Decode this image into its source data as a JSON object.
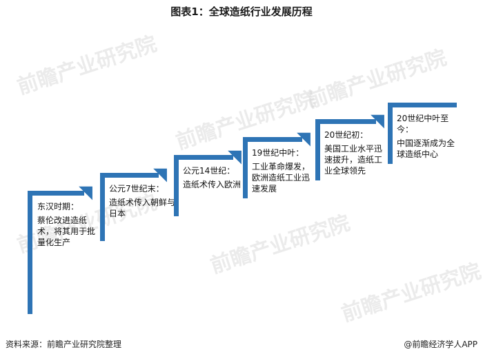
{
  "title": "图表1：全球造纸行业发展历程",
  "watermark": "前瞻产业研究院",
  "steps": [
    {
      "heading": "东汉时期：",
      "body": "蔡伦改进造纸术，将其用于批量化生产"
    },
    {
      "heading": "公元7世纪末：",
      "body": "造纸术传入朝鲜与日本"
    },
    {
      "heading": "公元14世纪：",
      "body": "造纸术传入欧洲"
    },
    {
      "heading": "19世纪中叶：",
      "body": "工业革命爆发，欧洲造纸工业迅速发展"
    },
    {
      "heading": "20世纪初：",
      "body": "美国工业水平迅速拔升，造纸工业全球领先"
    },
    {
      "heading": "20世纪中叶至今：",
      "body": "中国逐渐成为全球造纸中心"
    }
  ],
  "footer": {
    "source": "资料来源：前瞻产业研究院整理",
    "brand": "@前瞻经济学人APP"
  },
  "colors": {
    "accent": "#2e74b5"
  }
}
